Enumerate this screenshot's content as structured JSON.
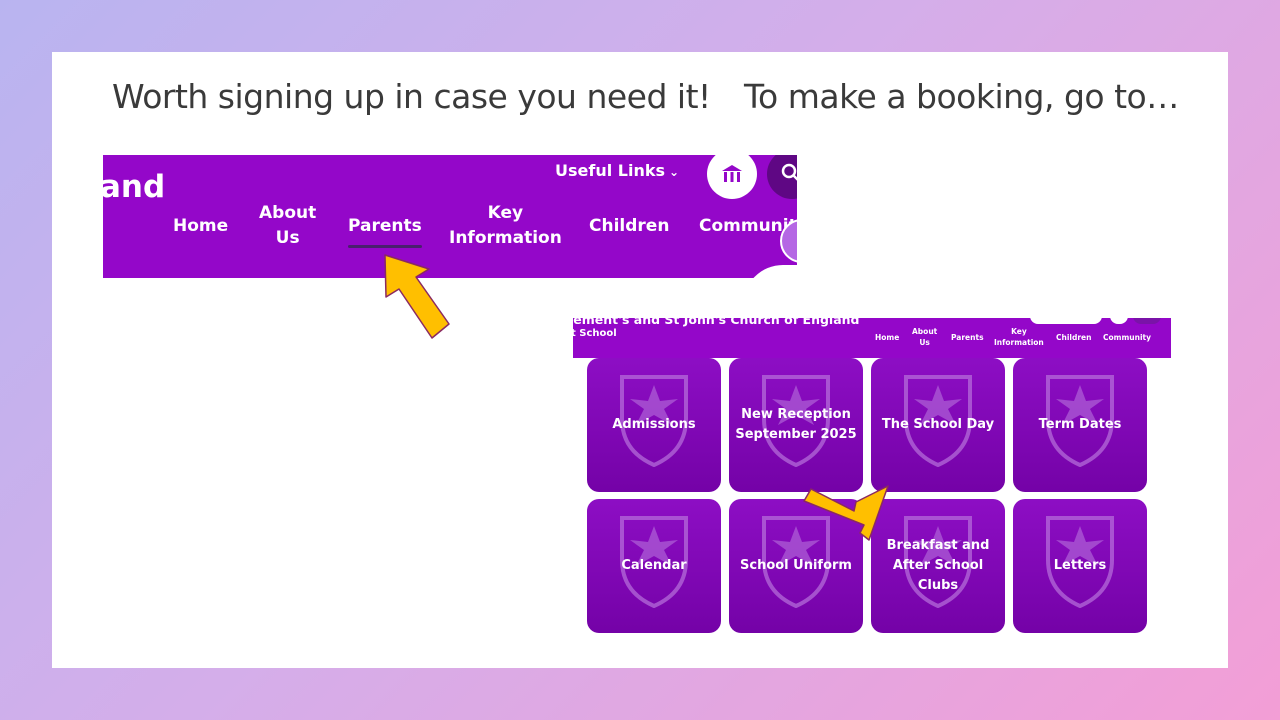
{
  "captions": {
    "left": "Worth signing up in case you need it!",
    "right": "To make a booking, go to…"
  },
  "nav_screenshot": {
    "logo_fragment": "and",
    "useful_links": "Useful Links",
    "items": [
      {
        "line1": "Home",
        "line2": ""
      },
      {
        "line1": "About",
        "line2": "Us"
      },
      {
        "line1": "Parents",
        "line2": ""
      },
      {
        "line1": "Key",
        "line2": "Information"
      },
      {
        "line1": "Children",
        "line2": ""
      },
      {
        "line1": "Community",
        "line2": ""
      }
    ]
  },
  "tiles_screenshot": {
    "school_name_line1": "lement's and St John's Church of England",
    "school_name_line2": "t School",
    "nav": [
      {
        "line1": "Home",
        "line2": ""
      },
      {
        "line1": "About",
        "line2": "Us"
      },
      {
        "line1": "Parents",
        "line2": ""
      },
      {
        "line1": "Key",
        "line2": "Information"
      },
      {
        "line1": "Children",
        "line2": ""
      },
      {
        "line1": "Community",
        "line2": ""
      }
    ],
    "tiles": [
      "Admissions",
      "New Reception September 2025",
      "The School Day",
      "Term Dates",
      "Calendar",
      "School Uniform",
      "Breakfast and After School Clubs",
      "Letters"
    ]
  },
  "colors": {
    "brand_purple": "#9407c9",
    "arrow_fill": "#ffbf00",
    "arrow_stroke": "#8a2a62"
  }
}
